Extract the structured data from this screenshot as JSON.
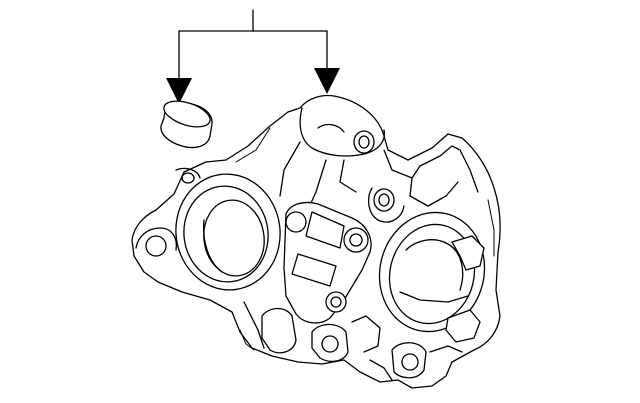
{
  "diagram": {
    "type": "exploded-parts-illustration",
    "parts": [
      {
        "name": "cap",
        "shape": "short-cylinder"
      },
      {
        "name": "egr-valve-housing",
        "shape": "cast-housing"
      }
    ],
    "callout": {
      "leader_style": "bracket-with-two-arrows",
      "targets": [
        "cap",
        "egr-valve-housing"
      ]
    },
    "colors": {
      "line": "#000000",
      "background": "#ffffff"
    }
  }
}
